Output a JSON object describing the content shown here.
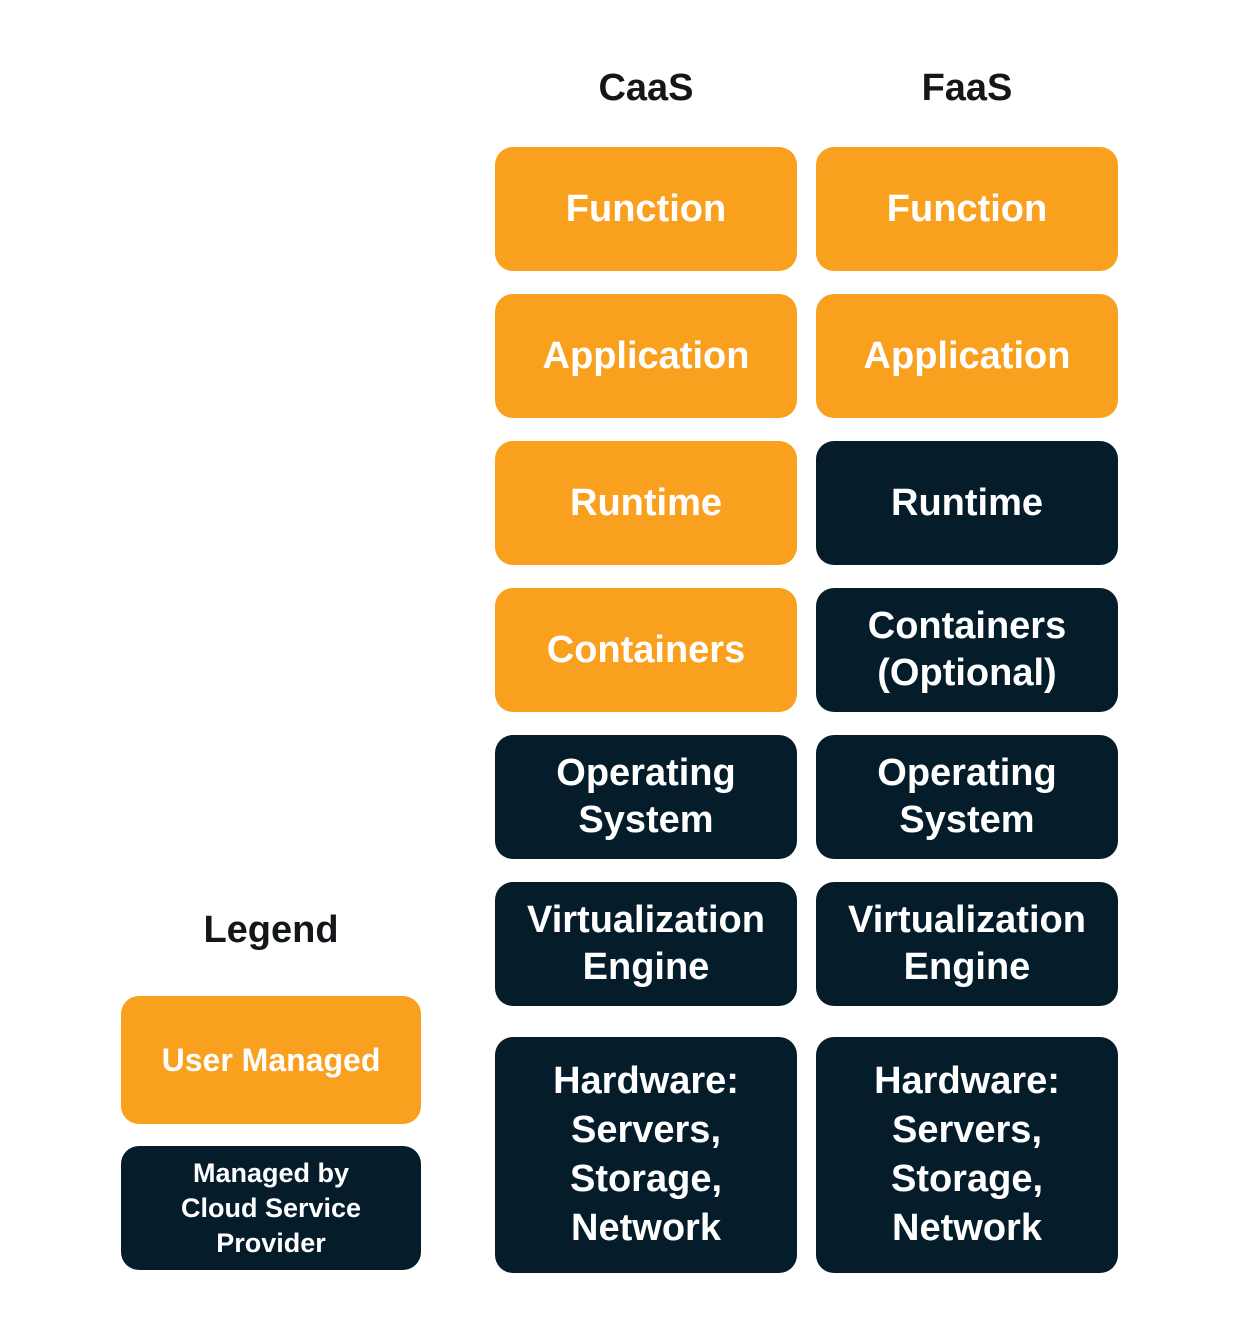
{
  "colors": {
    "background": "#FFFFFF",
    "user_managed": "#F9A01E",
    "provider_managed": "#051C2B",
    "box_text": "#FFFFFF",
    "heading_text": "#14171A"
  },
  "columns": [
    {
      "id": "caas",
      "title": "CaaS",
      "boxes": [
        {
          "label": "Function",
          "managed": "user"
        },
        {
          "label": "Application",
          "managed": "user"
        },
        {
          "label": "Runtime",
          "managed": "user"
        },
        {
          "label": "Containers",
          "managed": "user"
        },
        {
          "label": "Operating\nSystem",
          "managed": "provider"
        },
        {
          "label": "Virtualization\nEngine",
          "managed": "provider"
        },
        {
          "label": "Hardware:\nServers,\nStorage,\nNetwork",
          "managed": "provider"
        }
      ]
    },
    {
      "id": "faas",
      "title": "FaaS",
      "boxes": [
        {
          "label": "Function",
          "managed": "user"
        },
        {
          "label": "Application",
          "managed": "user"
        },
        {
          "label": "Runtime",
          "managed": "provider"
        },
        {
          "label": "Containers\n(Optional)",
          "managed": "provider"
        },
        {
          "label": "Operating\nSystem",
          "managed": "provider"
        },
        {
          "label": "Virtualization\nEngine",
          "managed": "provider"
        },
        {
          "label": "Hardware:\nServers,\nStorage,\nNetwork",
          "managed": "provider"
        }
      ]
    }
  ],
  "legend": {
    "title": "Legend",
    "items": [
      {
        "label": "User Managed",
        "managed": "user"
      },
      {
        "label": "Managed by\nCloud Service\nProvider",
        "managed": "provider"
      }
    ]
  }
}
